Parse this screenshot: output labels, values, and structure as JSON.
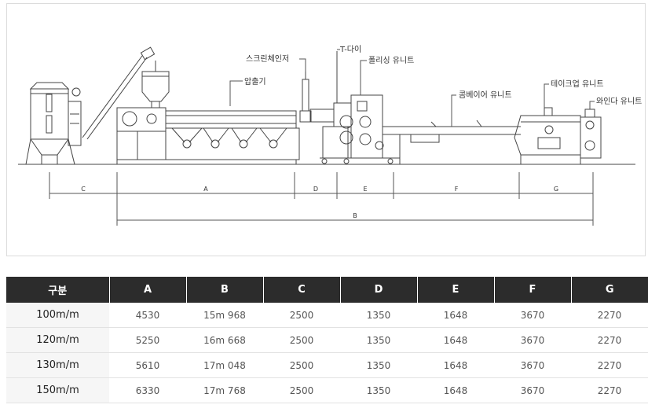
{
  "diagram": {
    "labels": {
      "screen_changer": "스크린체인저",
      "extruder": "압출기",
      "t_die": "T-다이",
      "polishing_unit": "폴리싱 유니트",
      "conveyor_unit": "콤베이어 유니트",
      "takeup_unit": "테이크업 유니트",
      "winder_unit": "와인다 유니트"
    },
    "dimensions": [
      "C",
      "A",
      "D",
      "E",
      "F",
      "G",
      "B"
    ]
  },
  "table": {
    "headers": [
      "구분",
      "A",
      "B",
      "C",
      "D",
      "E",
      "F",
      "G"
    ],
    "rows": [
      [
        "100m/m",
        "4530",
        "15m 968",
        "2500",
        "1350",
        "1648",
        "3670",
        "2270"
      ],
      [
        "120m/m",
        "5250",
        "16m 668",
        "2500",
        "1350",
        "1648",
        "3670",
        "2270"
      ],
      [
        "130m/m",
        "5610",
        "17m 048",
        "2500",
        "1350",
        "1648",
        "3670",
        "2270"
      ],
      [
        "150m/m",
        "6330",
        "17m 768",
        "2500",
        "1350",
        "1648",
        "3670",
        "2270"
      ]
    ]
  }
}
